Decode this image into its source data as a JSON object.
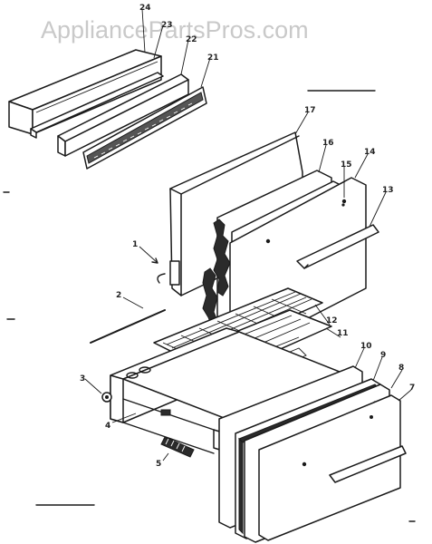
{
  "watermark": "AppliancePartsPros.com",
  "callouts": [
    "1",
    "2",
    "3",
    "4",
    "5",
    "7",
    "8",
    "9",
    "10",
    "11",
    "12",
    "13",
    "14",
    "15",
    "16",
    "17",
    "21",
    "22",
    "23",
    "24"
  ]
}
